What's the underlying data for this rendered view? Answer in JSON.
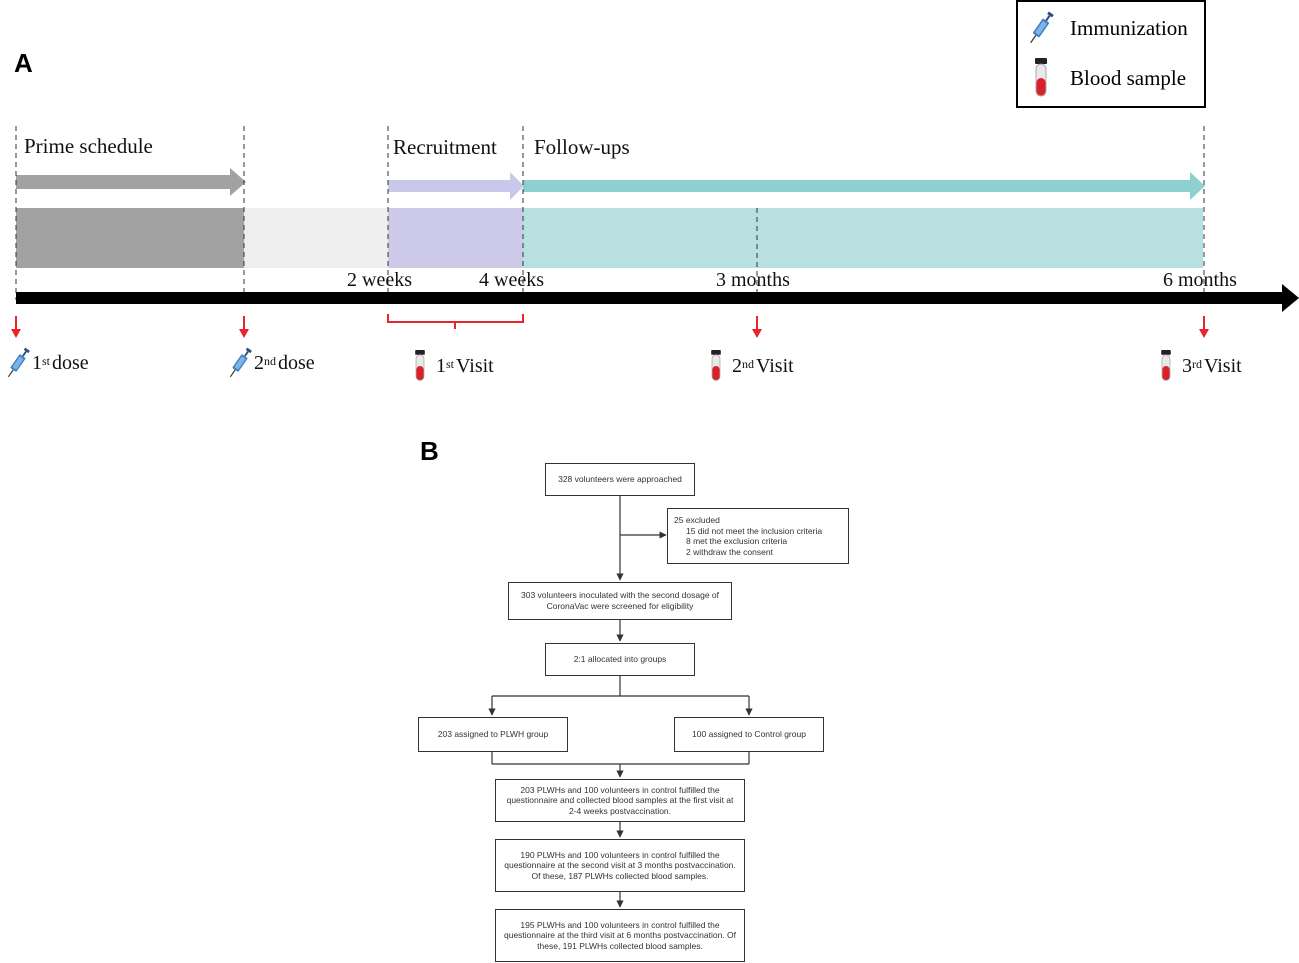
{
  "panelA": {
    "letter": "A",
    "legend": {
      "immunization": "Immunization",
      "blood_sample": "Blood sample"
    },
    "phases": {
      "prime": "Prime schedule",
      "recruitment": "Recruitment",
      "followups": "Follow-ups"
    },
    "ticks": {
      "two_weeks": "2 weeks",
      "four_weeks": "4 weeks",
      "three_months": "3 months",
      "six_months": "6 months"
    },
    "events": [
      {
        "num": "1",
        "sup": "st",
        "label": "dose",
        "icon": "syringe-icon"
      },
      {
        "num": "2",
        "sup": "nd",
        "label": "dose",
        "icon": "syringe-icon"
      },
      {
        "num": "1",
        "sup": "st",
        "label": "Visit",
        "icon": "blood-tube-icon"
      },
      {
        "num": "2",
        "sup": "nd",
        "label": "Visit",
        "icon": "blood-tube-icon"
      },
      {
        "num": "3",
        "sup": "rd",
        "label": "Visit",
        "icon": "blood-tube-icon"
      }
    ],
    "colors": {
      "prime": "#a2a2a2",
      "gap": "#efefef",
      "recruitment": "#cccae8",
      "followups": "#b9e0e0",
      "followups_arrow": "#8ecfd0",
      "recruitment_arrow": "#c9c7ea",
      "marker": "#e8252a"
    }
  },
  "panelB": {
    "letter": "B",
    "approached": "328 volunteers were approached",
    "excluded": {
      "title": "25 excluded",
      "items": [
        "15 did not meet the inclusion criteria",
        "8 met the exclusion criteria",
        "2 withdraw the consent"
      ]
    },
    "screened": "303 volunteers  inoculated with the second dosage of CoronaVac were screened for eligibility",
    "allocated": "2:1 allocated into groups",
    "plwh_group": "203 assigned to PLWH group",
    "control_group": "100 assigned to Control group",
    "visit1": "203 PLWHs and 100 volunteers in control fulfilled the questionnaire and collected blood samples at the first visit at 2-4 weeks postvaccination.",
    "visit2": "190 PLWHs and 100 volunteers in control fulfilled the questionnaire at the second visit at 3 months postvaccination. Of these, 187 PLWHs collected blood samples.",
    "visit3": "195 PLWHs and 100 volunteers in control fulfilled the questionnaire at the third visit at 6 months postvaccination. Of these, 191 PLWHs collected blood samples."
  }
}
